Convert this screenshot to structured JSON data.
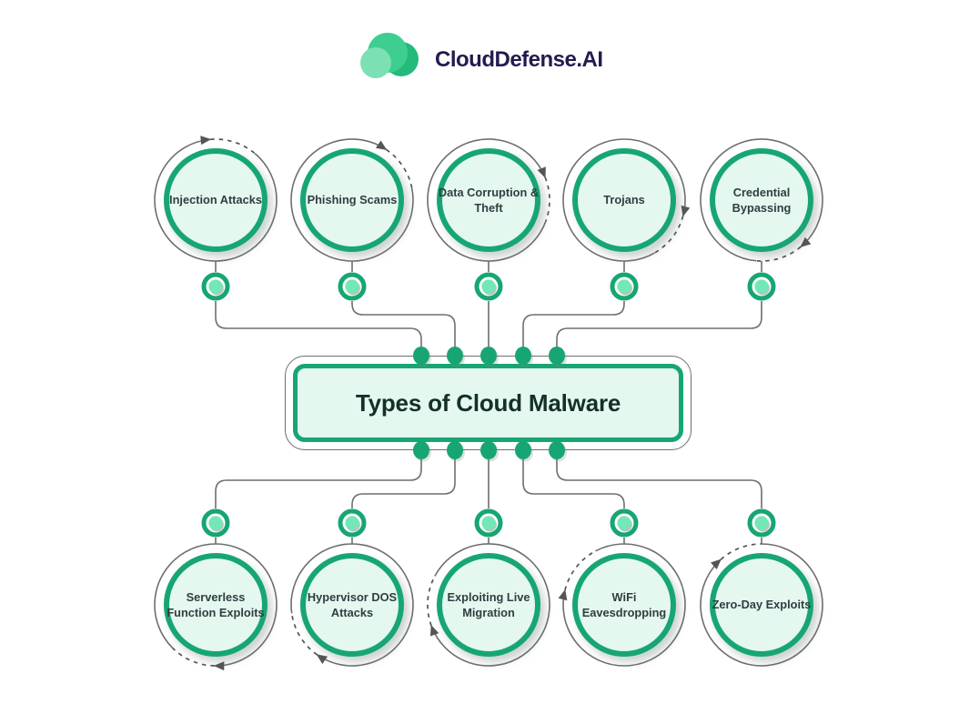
{
  "logo": {
    "brand": "CloudDefense.AI",
    "icon": "cloud-icon"
  },
  "center": {
    "title": "Types of Cloud Malware"
  },
  "nodes": [
    {
      "label": "Injection Attacks",
      "row": "top"
    },
    {
      "label": "Phishing Scams",
      "row": "top"
    },
    {
      "label": "Data Corruption & Theft",
      "row": "top"
    },
    {
      "label": "Trojans",
      "row": "top"
    },
    {
      "label": "Credential Bypassing",
      "row": "top"
    },
    {
      "label": "Serverless Function Exploits",
      "row": "bottom"
    },
    {
      "label": "Hypervisor DOS Attacks",
      "row": "bottom"
    },
    {
      "label": "Exploiting Live Migration",
      "row": "bottom"
    },
    {
      "label": "WiFi Eavesdropping",
      "row": "bottom"
    },
    {
      "label": "Zero-Day Exploits",
      "row": "bottom"
    }
  ],
  "colors": {
    "green": "#17A673",
    "mint_fill": "#E4F8F0",
    "mint_dot": "#74E7B6",
    "line_gray": "#6E6E6E",
    "brand_navy": "#221C4E",
    "label_dark": "#2F3E41"
  }
}
